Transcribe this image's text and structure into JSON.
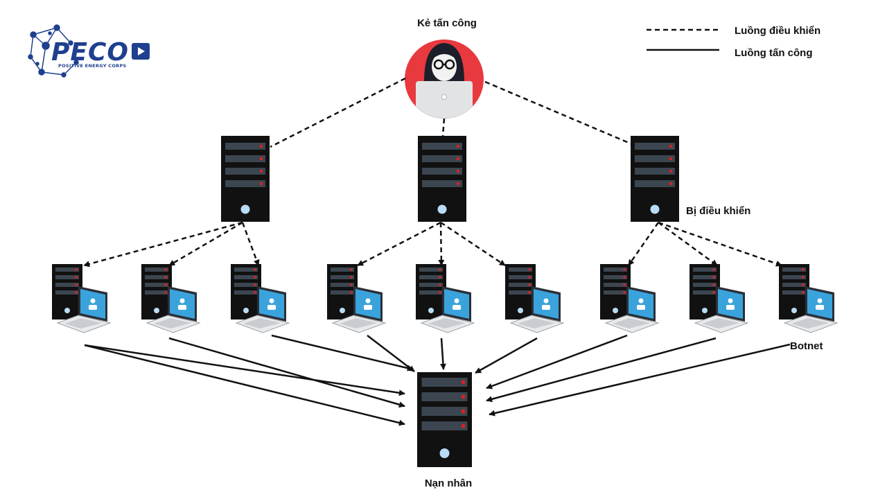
{
  "logo": {
    "name": "PECO",
    "tagline": "POSITIVE ENERGY CORPS",
    "color": "#1f3f8f"
  },
  "legend": {
    "control_flow": "Luồng điều khiển",
    "attack_flow": "Luồng tấn công"
  },
  "labels": {
    "attacker": "Kẻ tấn công",
    "controlled": "Bị điều khiển",
    "botnet": "Botnet",
    "victim": "Nạn nhân"
  },
  "colors": {
    "attacker_bg": "#e8393f",
    "server_body": "#111111",
    "server_bay": "#3c4650",
    "server_led": "#e02020",
    "server_power": "#b9dcf5",
    "laptop_screen": "#3ba3dc",
    "laptop_body": "#e8eaec",
    "line": "#111111"
  },
  "icons": {
    "attacker": "hacker-icon",
    "server": "server-icon",
    "bot": "bot-computer-icon",
    "victim": "server-icon"
  }
}
